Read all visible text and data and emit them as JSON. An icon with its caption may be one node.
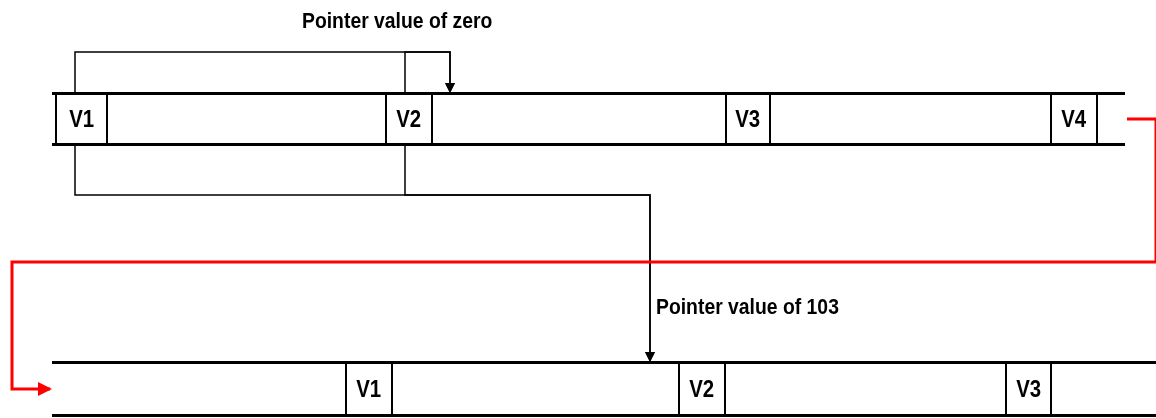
{
  "diagram": {
    "nodes": [
      {
        "text": [],
        "shape": "bar"
      },
      {
        "text": [
          "V1"
        ],
        "in": 0
      },
      {
        "text": [
          "V2"
        ],
        "in": 0
      },
      {
        "text": [
          "V3"
        ],
        "in": 0
      },
      {
        "text": [
          "V4"
        ],
        "in": 0
      },
      {
        "text": [],
        "shape": "bar"
      },
      {
        "text": [
          "V1"
        ],
        "in": 5
      },
      {
        "text": [
          "V2"
        ],
        "in": 5
      },
      {
        "text": [
          "V3"
        ],
        "in": 5
      }
    ],
    "edges": [
      {
        "from": 1,
        "to": 0,
        "arrow": "to",
        "label": "Pointer value of zero"
      },
      {
        "from": 2,
        "to": 0,
        "arrow": "to"
      },
      {
        "from": 1,
        "to": 5,
        "arrow": "to",
        "label": "Pointer value of 103"
      },
      {
        "from": 2,
        "to": 5,
        "arrow": "to"
      },
      {
        "from": 0,
        "to": 5,
        "arrow": "to",
        "color": "#ff0000"
      }
    ]
  }
}
